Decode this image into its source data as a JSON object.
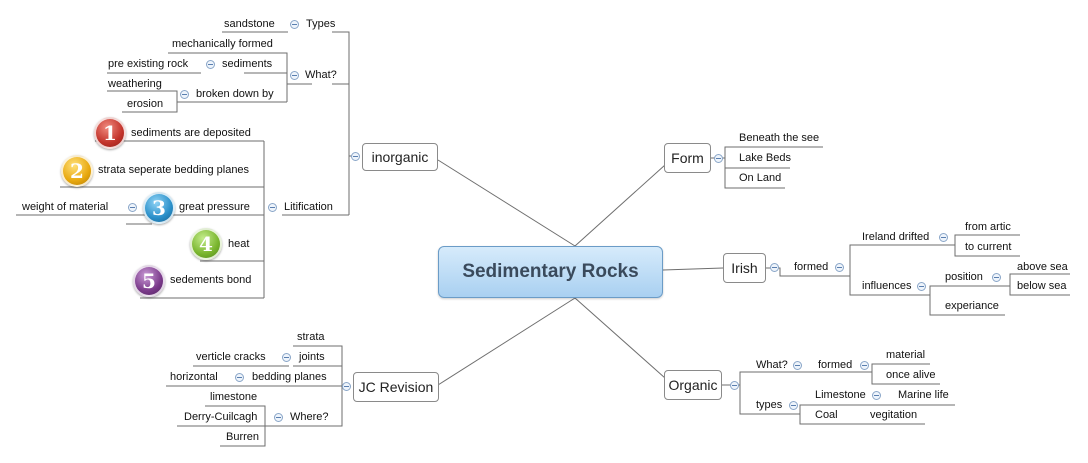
{
  "central": "Sedimentary Rocks",
  "colors": {
    "line": "#6e6e6e",
    "central_fill": "#a9d0f1",
    "m1": "#c2332b",
    "m2": "#e8a80f",
    "m3": "#2a8fc9",
    "m4": "#79b52d",
    "m5": "#7a3a8a"
  },
  "inorganic": {
    "label": "inorganic",
    "types_label": "Types",
    "types_items": [
      "sandstone"
    ],
    "what_label": "What?",
    "mech": "mechanically formed",
    "sediments_label": "sediments",
    "pre": "pre existing rock",
    "broken_label": "broken down by",
    "weathering": "weathering",
    "erosion": "erosion",
    "litification_label": "Litification",
    "steps": [
      "sediments are deposited",
      "strata seperate bedding planes",
      "great pressure",
      "heat",
      "sedements bond"
    ],
    "step_numbers": [
      "1",
      "2",
      "3",
      "4",
      "5"
    ],
    "weight": "weight of material"
  },
  "jc": {
    "label": "JC Revision",
    "strata": "strata",
    "joints": "joints",
    "verticle": "verticle cracks",
    "bedding": "bedding planes",
    "horizontal": "horizontal",
    "limestone": "limestone",
    "where": "Where?",
    "derry": "Derry-Cuilcagh",
    "burren": "Burren"
  },
  "form": {
    "label": "Form",
    "items": [
      "Beneath the see",
      "Lake Beds",
      "On Land"
    ]
  },
  "irish": {
    "label": "Irish",
    "formed": "formed",
    "drifted": "Ireland drifted",
    "from_artic": "from artic",
    "to_current": "to current",
    "influences": "influences",
    "position": "position",
    "above": "above sea",
    "below": "below sea",
    "experiance": "experiance"
  },
  "organic": {
    "label": "Organic",
    "what": "What?",
    "formed": "formed",
    "material": "material",
    "once_alive": "once alive",
    "types": "types",
    "limestone": "Limestone",
    "marine": "Marine life",
    "coal": "Coal",
    "vegitation": "vegitation"
  }
}
